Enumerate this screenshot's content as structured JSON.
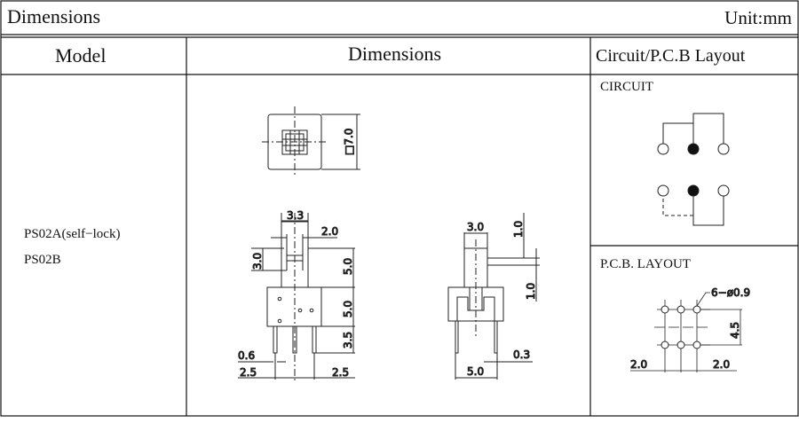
{
  "header": {
    "title": "Dimensions",
    "unit": "Unit:mm"
  },
  "columns": {
    "model": "Model",
    "dimensions": "Dimensions",
    "circuit": "Circuit/P.C.B Layout"
  },
  "models": [
    "PS02A(self−lock)",
    "PS02B"
  ],
  "circuit": {
    "label": "CIRCUIT"
  },
  "pcb": {
    "label": "P.C.B. LAYOUT",
    "holes": "6−ø0.9",
    "pitch_v": "4.5",
    "pitch_left": "2.0",
    "pitch_right": "2.0"
  },
  "top_view": {
    "size": "□7.0"
  },
  "front_view": {
    "width": "3.3",
    "slot": "2.0",
    "travel": "3.0",
    "stem_h": "5.0",
    "body_h": "5.0",
    "pin_len": "3.5",
    "pin_w": "0.6",
    "pitch_left": "2.5",
    "pitch_right": "2.5"
  },
  "side_view": {
    "width": "3.0",
    "gap_top": "1.0",
    "gap_bottom": "1.0",
    "pin_t": "0.3",
    "pin_span": "5.0"
  }
}
